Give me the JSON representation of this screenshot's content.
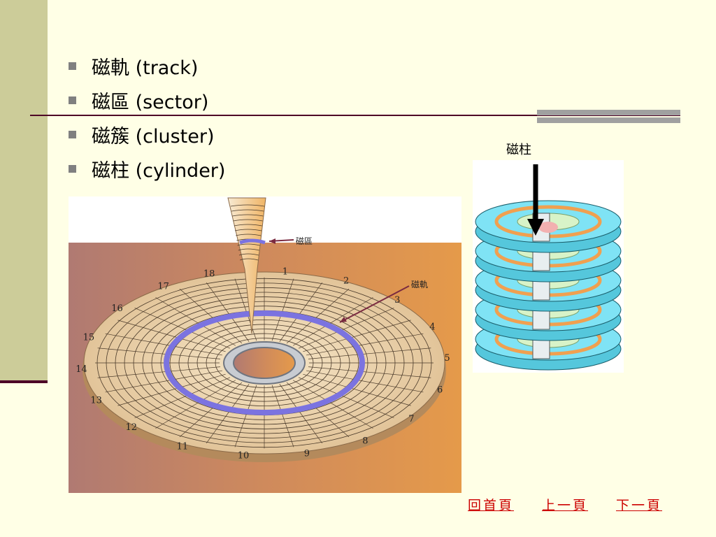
{
  "bullets": [
    {
      "text": "磁軌 (track)"
    },
    {
      "text": "磁區 (sector)"
    },
    {
      "text": "磁簇 (cluster)"
    },
    {
      "text": "磁柱 (cylinder)"
    }
  ],
  "disk_diagram": {
    "sector_label": "磁區",
    "track_label": "磁軌",
    "sector_numbers": [
      "1",
      "2",
      "3",
      "4",
      "5",
      "6",
      "7",
      "8",
      "9",
      "10",
      "11",
      "12",
      "13",
      "14",
      "15",
      "16",
      "17",
      "18"
    ]
  },
  "cylinder_diagram": {
    "label": "磁柱"
  },
  "nav": {
    "home": "回首頁",
    "prev": "上一頁",
    "next": "下一頁"
  },
  "colors": {
    "background": "#ffffe6",
    "left_band": "#cccc99",
    "accent_rule": "#4d0026",
    "link": "#cc0000",
    "track_highlight": "#7b73e0",
    "platter_cyan": "#7fe3f5"
  }
}
